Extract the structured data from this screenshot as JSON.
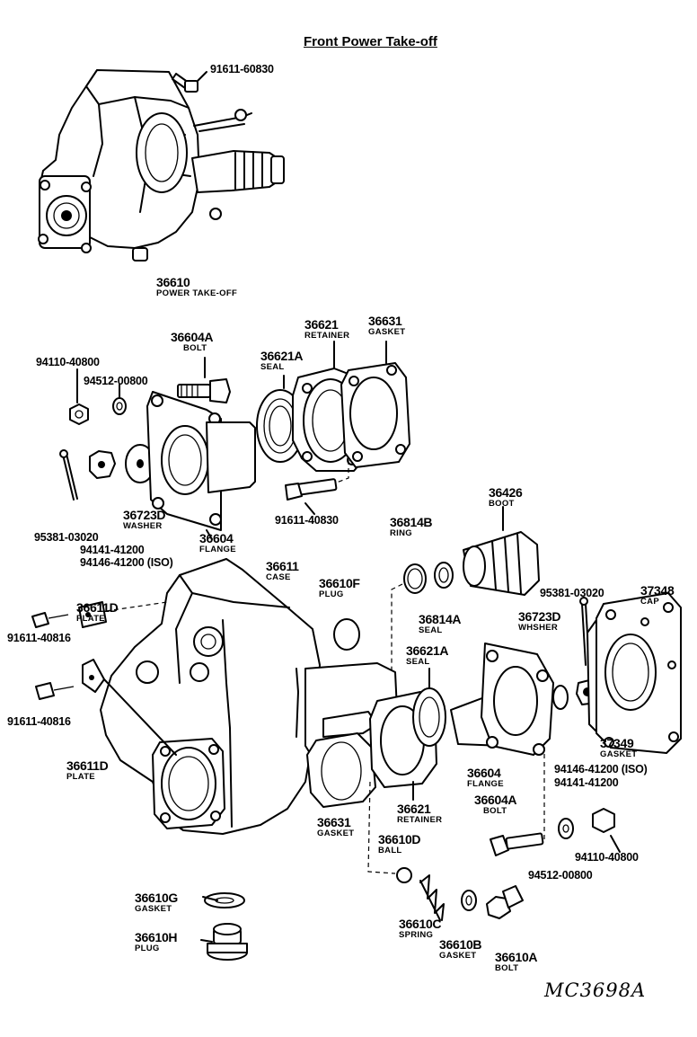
{
  "title": "Front Power Take-off",
  "drawing_code": "MC3698A",
  "parts": {
    "p_36610": {
      "number": "36610",
      "name": "POWER TAKE-OFF"
    },
    "p_91611_60830": {
      "number": "91611-60830",
      "name": ""
    },
    "p_36604A_top": {
      "number": "36604A",
      "name": "BOLT"
    },
    "p_36621_top": {
      "number": "36621",
      "name": "RETAINER"
    },
    "p_36631_top": {
      "number": "36631",
      "name": "GASKET"
    },
    "p_36621A_top": {
      "number": "36621A",
      "name": "SEAL"
    },
    "p_94110_top": {
      "number": "94110-40800",
      "name": ""
    },
    "p_94512_top": {
      "number": "94512-00800",
      "name": ""
    },
    "p_95381_top": {
      "number": "95381-03020",
      "name": ""
    },
    "p_36723D_top": {
      "number": "36723D",
      "name": "WASHER"
    },
    "p_94141_top": {
      "number": "94141-41200",
      "name": ""
    },
    "p_94146_top": {
      "number": "94146-41200 (ISO)",
      "name": ""
    },
    "p_36604_top": {
      "number": "36604",
      "name": "FLANGE"
    },
    "p_91611_40830": {
      "number": "91611-40830",
      "name": ""
    },
    "p_36426": {
      "number": "36426",
      "name": "BOOT"
    },
    "p_36814B": {
      "number": "36814B",
      "name": "RING"
    },
    "p_36814A": {
      "number": "36814A",
      "name": "SEAL"
    },
    "p_36611": {
      "number": "36611",
      "name": "CASE"
    },
    "p_36610F": {
      "number": "36610F",
      "name": "PLUG"
    },
    "p_36611D_top": {
      "number": "36611D",
      "name": "PLATE"
    },
    "p_91611_40816_a": {
      "number": "91611-40816",
      "name": ""
    },
    "p_91611_40816_b": {
      "number": "91611-40816",
      "name": ""
    },
    "p_36611D_bot": {
      "number": "36611D",
      "name": "PLATE"
    },
    "p_95381_bot": {
      "number": "95381-03020",
      "name": ""
    },
    "p_37348": {
      "number": "37348",
      "name": "CAP"
    },
    "p_36723D_bot": {
      "number": "36723D",
      "name": "WHSHER"
    },
    "p_36621A_bot": {
      "number": "36621A",
      "name": "SEAL"
    },
    "p_37349": {
      "number": "37349",
      "name": "GASKET"
    },
    "p_94146_bot": {
      "number": "94146-41200 (ISO)",
      "name": ""
    },
    "p_94141_bot": {
      "number": "94141-41200",
      "name": ""
    },
    "p_36604_bot": {
      "number": "36604",
      "name": "FLANGE"
    },
    "p_36604A_bot": {
      "number": "36604A",
      "name": "BOLT"
    },
    "p_36621_bot": {
      "number": "36621",
      "name": "RETAINER"
    },
    "p_36631_bot": {
      "number": "36631",
      "name": "GASKET"
    },
    "p_36610D": {
      "number": "36610D",
      "name": "BALL"
    },
    "p_94512_bot": {
      "number": "94512-00800",
      "name": ""
    },
    "p_94110_bot": {
      "number": "94110-40800",
      "name": ""
    },
    "p_36610G": {
      "number": "36610G",
      "name": "GASKET"
    },
    "p_36610H": {
      "number": "36610H",
      "name": "PLUG"
    },
    "p_36610C": {
      "number": "36610C",
      "name": "SPRING"
    },
    "p_36610B": {
      "number": "36610B",
      "name": "GASKET"
    },
    "p_36610A": {
      "number": "36610A",
      "name": "BOLT"
    }
  }
}
